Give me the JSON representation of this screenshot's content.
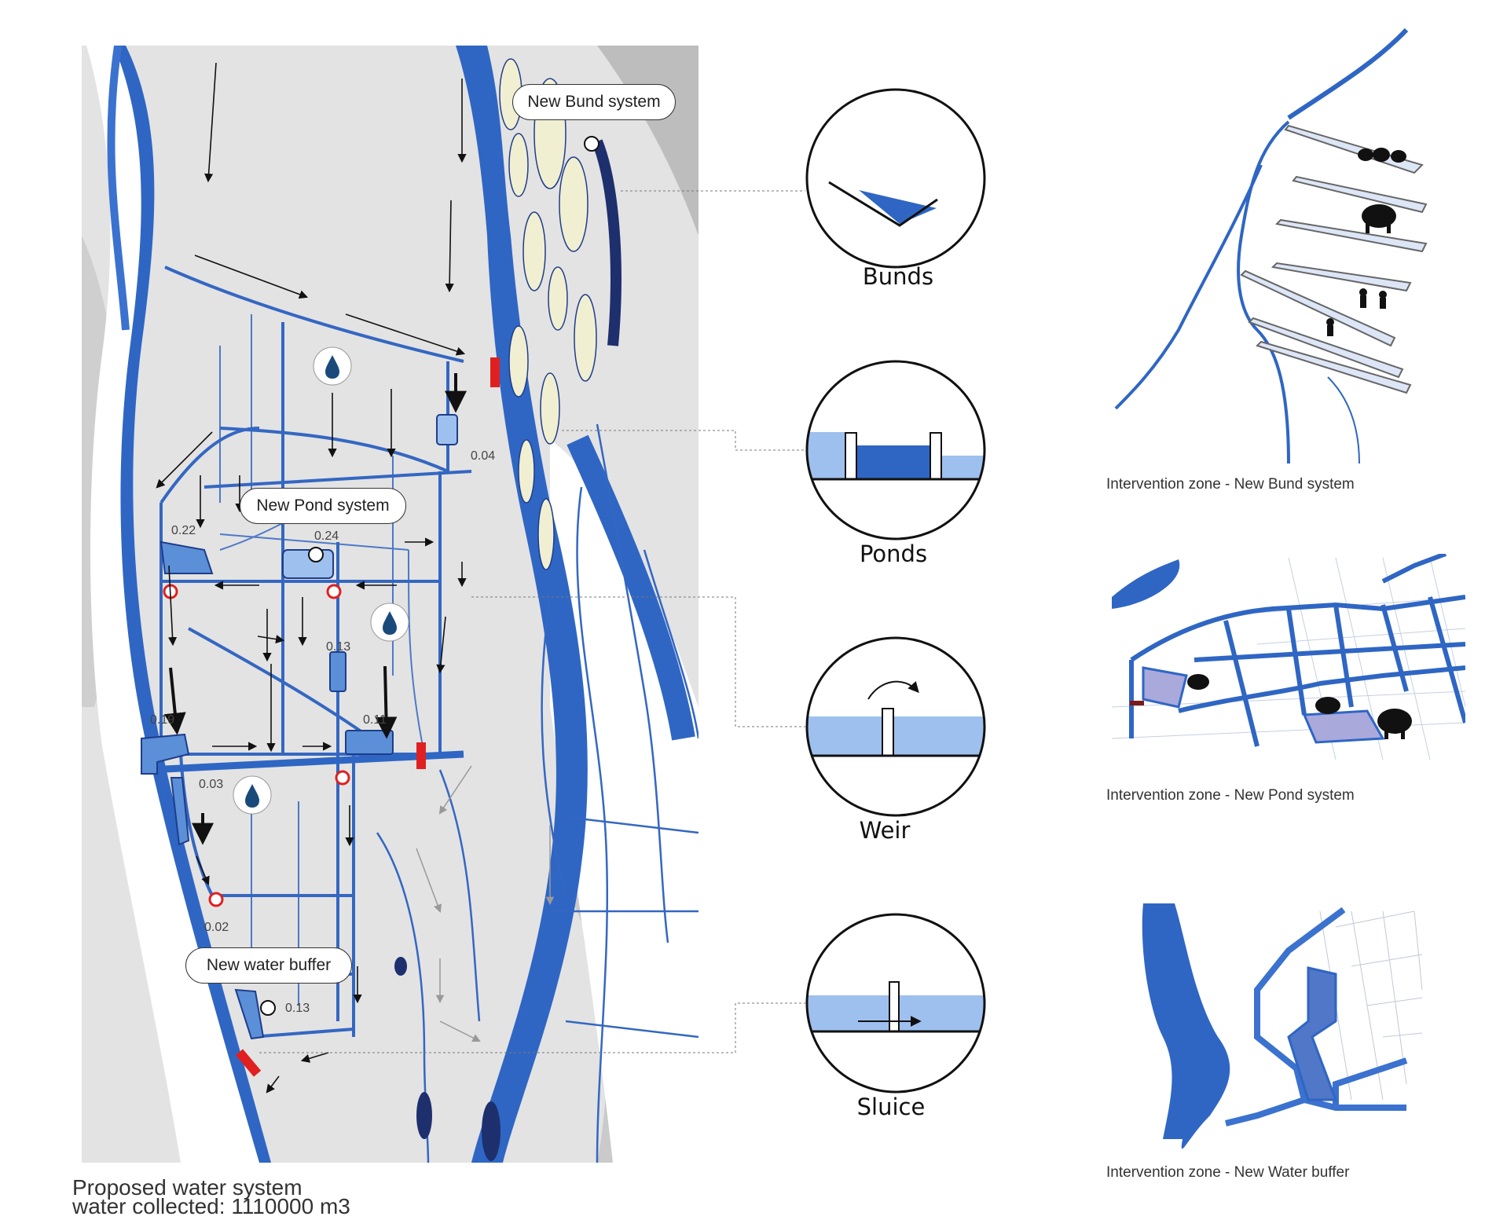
{
  "map": {
    "labels": {
      "bund": "New Bund system",
      "pond": "New Pond system",
      "buffer": "New water buffer"
    },
    "numbers": [
      "0.04",
      "0.22",
      "0.24",
      "0.13",
      "0.19",
      "0.11",
      "0.03",
      "0.02",
      "0.13"
    ],
    "colors": {
      "river": "#2f66c4",
      "canal": "#3467c2",
      "pond": "#5b8fd8",
      "ground": "#dcdcdc",
      "sandbar": "#f1efd2",
      "weir_marker": "#e02020"
    }
  },
  "interventions": [
    {
      "name": "Bunds"
    },
    {
      "name": "Ponds"
    },
    {
      "name": "Weir"
    },
    {
      "name": "Sluice"
    }
  ],
  "zones": [
    {
      "caption": "Intervention zone - New Bund system"
    },
    {
      "caption": "Intervention zone - New Pond system"
    },
    {
      "caption": "Intervention zone - New Water buffer"
    }
  ],
  "summary": {
    "line1": "Proposed water system",
    "line2": "water collected: 1110000 m3"
  }
}
